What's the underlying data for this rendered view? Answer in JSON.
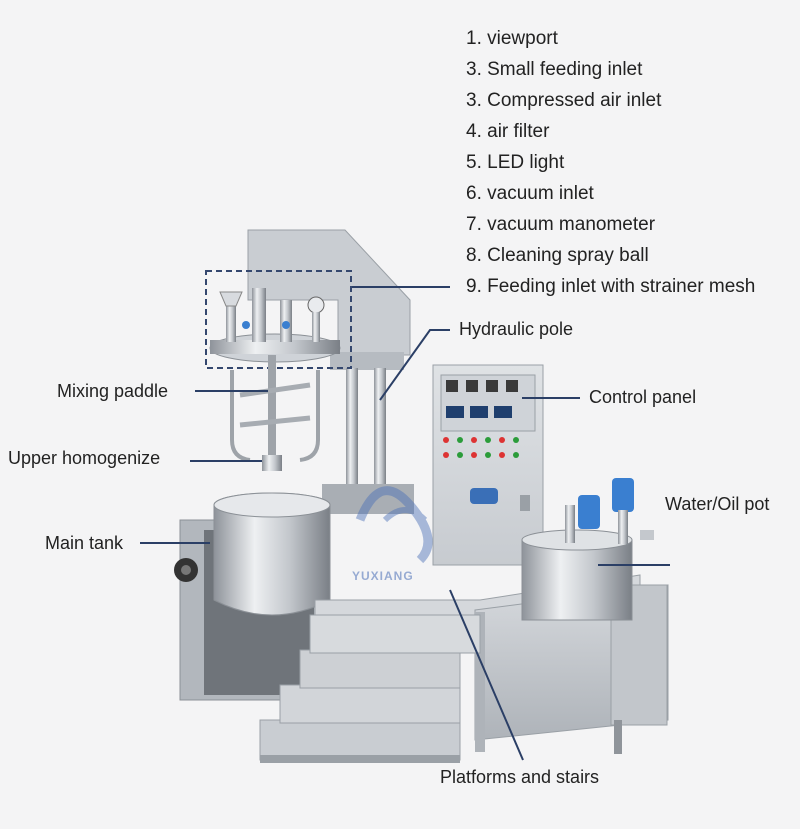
{
  "legend": [
    "1. viewport",
    "3. Small feeding inlet",
    "3. Compressed air inlet",
    "4. air filter",
    "5. LED light",
    "6. vacuum inlet",
    "7. vacuum manometer",
    "8. Cleaning spray ball",
    "9. Feeding inlet with strainer mesh"
  ],
  "callouts": {
    "hydraulic_pole": "Hydraulic pole",
    "mixing_paddle": "Mixing paddle",
    "control_panel": "Control panel",
    "upper_homogenize": "Upper homogenize",
    "water_oil_pot": "Water/Oil pot",
    "main_tank": "Main tank",
    "platforms_stairs": "Platforms and stairs"
  },
  "watermark": "YUXIANG",
  "colors": {
    "steel_light": "#e4e6e9",
    "steel_mid": "#b9bdc3",
    "steel_dark": "#7d8289",
    "leader_line": "#2b3f66",
    "motor_blue": "#3a7fd0"
  }
}
